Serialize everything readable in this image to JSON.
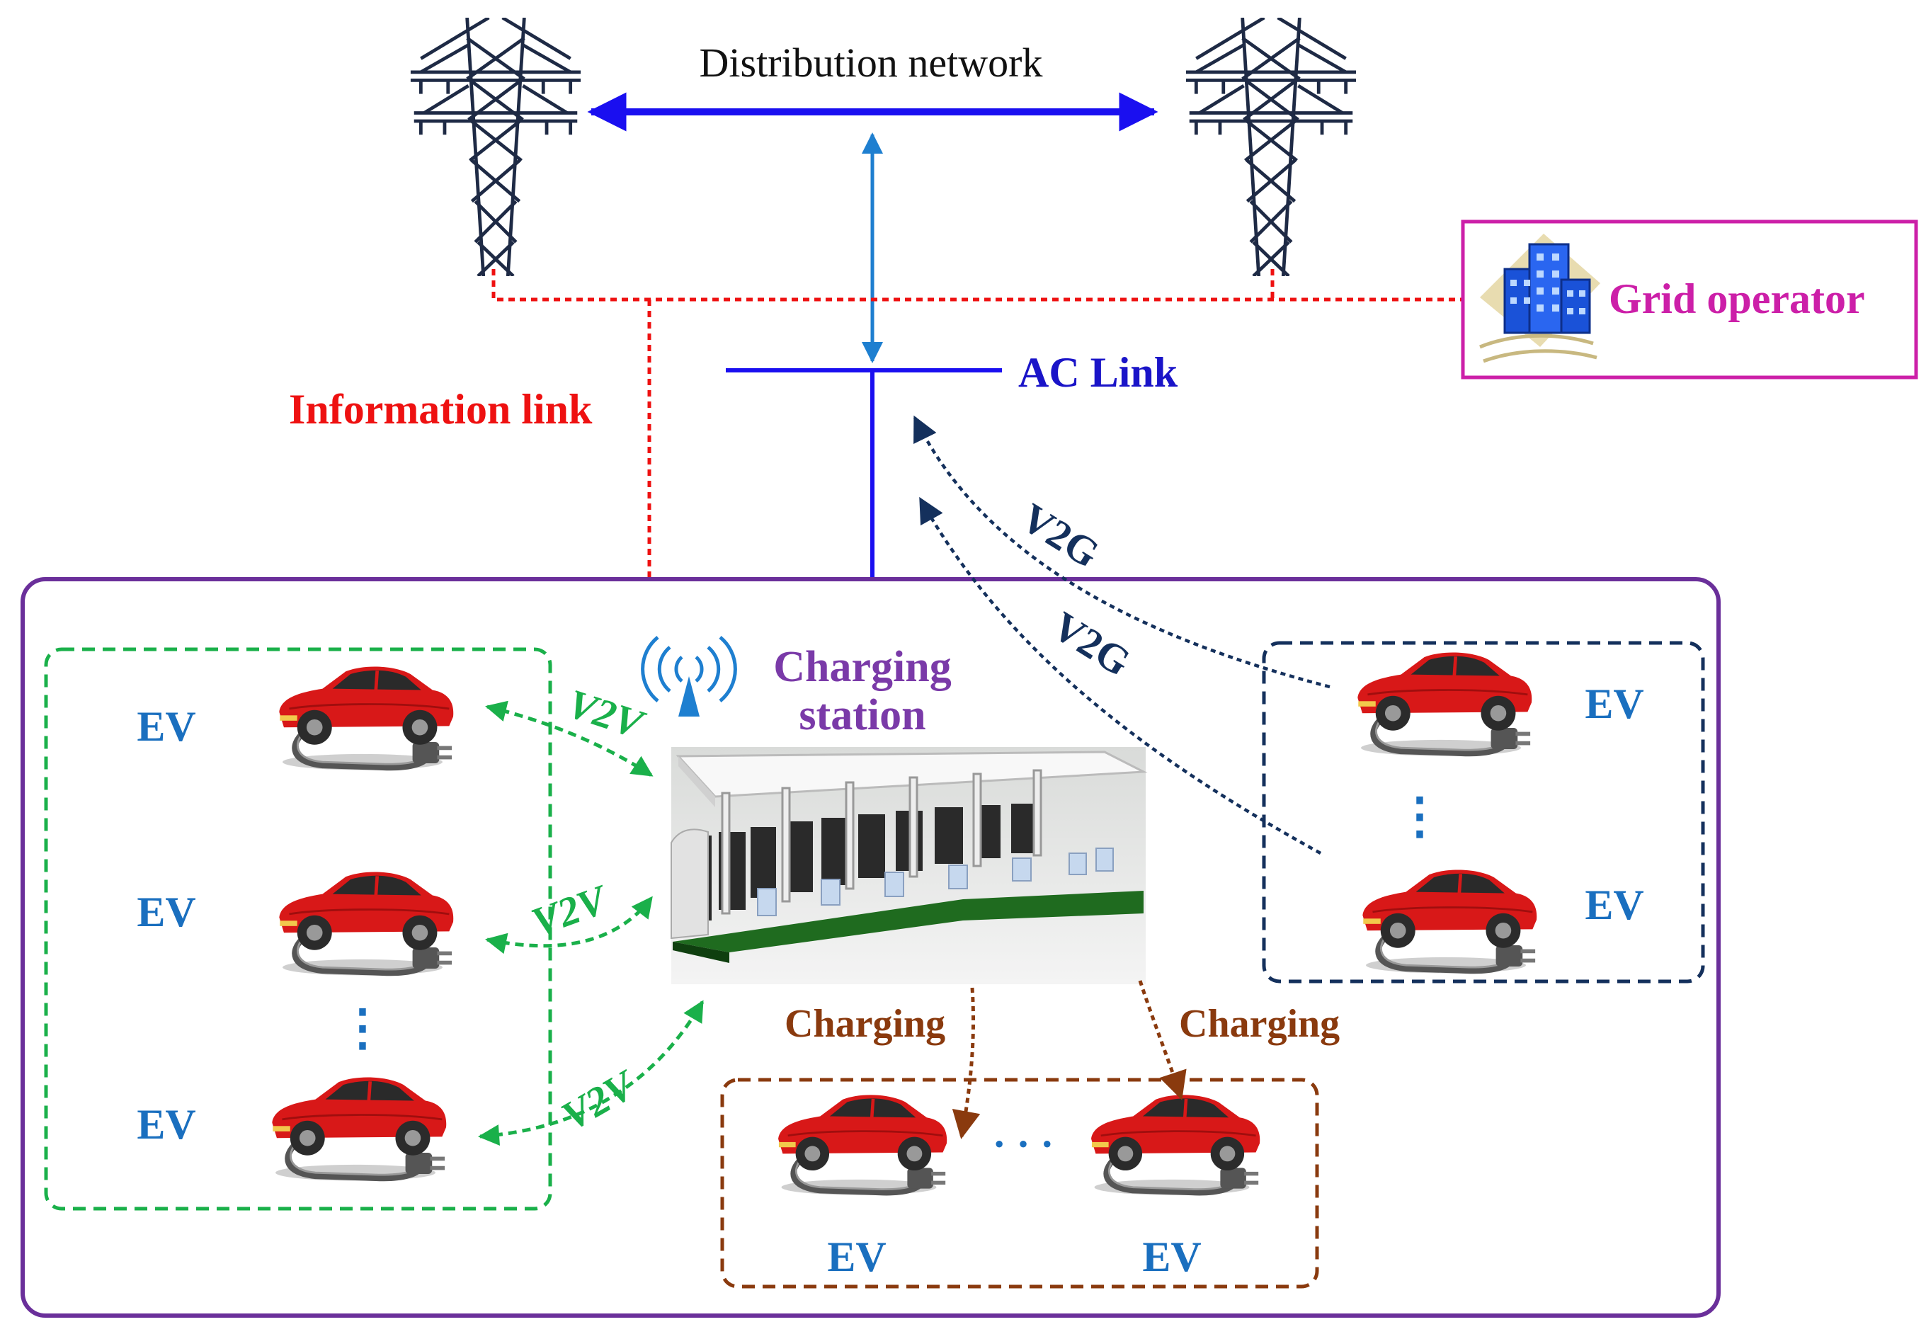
{
  "labels": {
    "distribution_network": "Distribution network",
    "ac_link": "AC Link",
    "information_link": "Information link",
    "grid_operator": "Grid operator",
    "charging_station_line1": "Charging",
    "charging_station_line2": "station",
    "ev": "EV",
    "v2v": "V2V",
    "v2g": "V2G",
    "charging": "Charging",
    "vertical_ellipsis": "⋮",
    "horizontal_ellipsis": "· · ·"
  },
  "colors": {
    "distribution_arrow": "#1a0ff0",
    "ac_link": "#1a0ff0",
    "ac_link_text": "#1a14c8",
    "vertical_feed": "#1e7fd0",
    "information_link": "#ee1111",
    "grid_operator": "#cc1fa8",
    "charging_station_text": "#7a3aa8",
    "station_border": "#6a2f9a",
    "ev_text": "#1a6fbf",
    "v2v": "#1ab04a",
    "v2g": "#14305c",
    "charging": "#8a3a0e",
    "tower": "#1e2a45",
    "car_body": "#d81818"
  },
  "icons": [
    "transmission-tower-icon",
    "building-icon",
    "antenna-icon",
    "car-icon",
    "charging-plug-icon"
  ]
}
